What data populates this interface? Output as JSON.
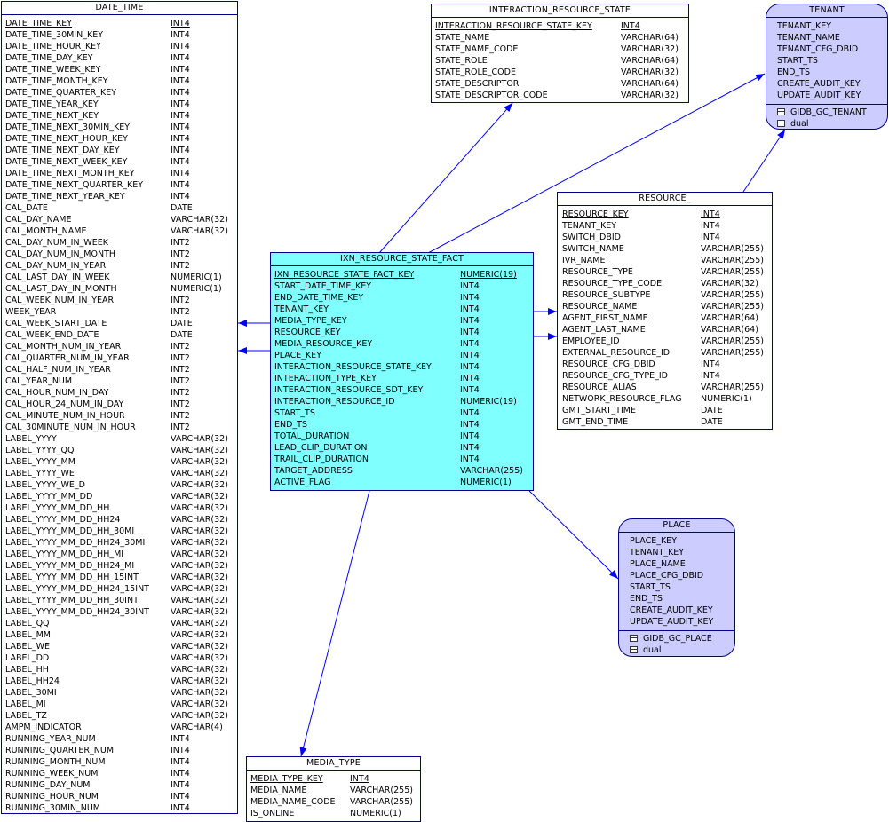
{
  "entities": {
    "date_time": {
      "name": "DATE_TIME",
      "columns": [
        [
          "DATE_TIME_KEY",
          "INT4",
          true
        ],
        [
          "DATE_TIME_30MIN_KEY",
          "INT4",
          false
        ],
        [
          "DATE_TIME_HOUR_KEY",
          "INT4",
          false
        ],
        [
          "DATE_TIME_DAY_KEY",
          "INT4",
          false
        ],
        [
          "DATE_TIME_WEEK_KEY",
          "INT4",
          false
        ],
        [
          "DATE_TIME_MONTH_KEY",
          "INT4",
          false
        ],
        [
          "DATE_TIME_QUARTER_KEY",
          "INT4",
          false
        ],
        [
          "DATE_TIME_YEAR_KEY",
          "INT4",
          false
        ],
        [
          "DATE_TIME_NEXT_KEY",
          "INT4",
          false
        ],
        [
          "DATE_TIME_NEXT_30MIN_KEY",
          "INT4",
          false
        ],
        [
          "DATE_TIME_NEXT_HOUR_KEY",
          "INT4",
          false
        ],
        [
          "DATE_TIME_NEXT_DAY_KEY",
          "INT4",
          false
        ],
        [
          "DATE_TIME_NEXT_WEEK_KEY",
          "INT4",
          false
        ],
        [
          "DATE_TIME_NEXT_MONTH_KEY",
          "INT4",
          false
        ],
        [
          "DATE_TIME_NEXT_QUARTER_KEY",
          "INT4",
          false
        ],
        [
          "DATE_TIME_NEXT_YEAR_KEY",
          "INT4",
          false
        ],
        [
          "CAL_DATE",
          "DATE",
          false
        ],
        [
          "CAL_DAY_NAME",
          "VARCHAR(32)",
          false
        ],
        [
          "CAL_MONTH_NAME",
          "VARCHAR(32)",
          false
        ],
        [
          "CAL_DAY_NUM_IN_WEEK",
          "INT2",
          false
        ],
        [
          "CAL_DAY_NUM_IN_MONTH",
          "INT2",
          false
        ],
        [
          "CAL_DAY_NUM_IN_YEAR",
          "INT2",
          false
        ],
        [
          "CAL_LAST_DAY_IN_WEEK",
          "NUMERIC(1)",
          false
        ],
        [
          "CAL_LAST_DAY_IN_MONTH",
          "NUMERIC(1)",
          false
        ],
        [
          "CAL_WEEK_NUM_IN_YEAR",
          "INT2",
          false
        ],
        [
          "WEEK_YEAR",
          "INT2",
          false
        ],
        [
          "CAL_WEEK_START_DATE",
          "DATE",
          false
        ],
        [
          "CAL_WEEK_END_DATE",
          "DATE",
          false
        ],
        [
          "CAL_MONTH_NUM_IN_YEAR",
          "INT2",
          false
        ],
        [
          "CAL_QUARTER_NUM_IN_YEAR",
          "INT2",
          false
        ],
        [
          "CAL_HALF_NUM_IN_YEAR",
          "INT2",
          false
        ],
        [
          "CAL_YEAR_NUM",
          "INT2",
          false
        ],
        [
          "CAL_HOUR_NUM_IN_DAY",
          "INT2",
          false
        ],
        [
          "CAL_HOUR_24_NUM_IN_DAY",
          "INT2",
          false
        ],
        [
          "CAL_MINUTE_NUM_IN_HOUR",
          "INT2",
          false
        ],
        [
          "CAL_30MINUTE_NUM_IN_HOUR",
          "INT2",
          false
        ],
        [
          "LABEL_YYYY",
          "VARCHAR(32)",
          false
        ],
        [
          "LABEL_YYYY_QQ",
          "VARCHAR(32)",
          false
        ],
        [
          "LABEL_YYYY_MM",
          "VARCHAR(32)",
          false
        ],
        [
          "LABEL_YYYY_WE",
          "VARCHAR(32)",
          false
        ],
        [
          "LABEL_YYYY_WE_D",
          "VARCHAR(32)",
          false
        ],
        [
          "LABEL_YYYY_MM_DD",
          "VARCHAR(32)",
          false
        ],
        [
          "LABEL_YYYY_MM_DD_HH",
          "VARCHAR(32)",
          false
        ],
        [
          "LABEL_YYYY_MM_DD_HH24",
          "VARCHAR(32)",
          false
        ],
        [
          "LABEL_YYYY_MM_DD_HH_30MI",
          "VARCHAR(32)",
          false
        ],
        [
          "LABEL_YYYY_MM_DD_HH24_30MI",
          "VARCHAR(32)",
          false
        ],
        [
          "LABEL_YYYY_MM_DD_HH_MI",
          "VARCHAR(32)",
          false
        ],
        [
          "LABEL_YYYY_MM_DD_HH24_MI",
          "VARCHAR(32)",
          false
        ],
        [
          "LABEL_YYYY_MM_DD_HH_15INT",
          "VARCHAR(32)",
          false
        ],
        [
          "LABEL_YYYY_MM_DD_HH24_15INT",
          "VARCHAR(32)",
          false
        ],
        [
          "LABEL_YYYY_MM_DD_HH_30INT",
          "VARCHAR(32)",
          false
        ],
        [
          "LABEL_YYYY_MM_DD_HH24_30INT",
          "VARCHAR(32)",
          false
        ],
        [
          "LABEL_QQ",
          "VARCHAR(32)",
          false
        ],
        [
          "LABEL_MM",
          "VARCHAR(32)",
          false
        ],
        [
          "LABEL_WE",
          "VARCHAR(32)",
          false
        ],
        [
          "LABEL_DD",
          "VARCHAR(32)",
          false
        ],
        [
          "LABEL_HH",
          "VARCHAR(32)",
          false
        ],
        [
          "LABEL_HH24",
          "VARCHAR(32)",
          false
        ],
        [
          "LABEL_30MI",
          "VARCHAR(32)",
          false
        ],
        [
          "LABEL_MI",
          "VARCHAR(32)",
          false
        ],
        [
          "LABEL_TZ",
          "VARCHAR(32)",
          false
        ],
        [
          "AMPM_INDICATOR",
          "VARCHAR(4)",
          false
        ],
        [
          "RUNNING_YEAR_NUM",
          "INT4",
          false
        ],
        [
          "RUNNING_QUARTER_NUM",
          "INT4",
          false
        ],
        [
          "RUNNING_MONTH_NUM",
          "INT4",
          false
        ],
        [
          "RUNNING_WEEK_NUM",
          "INT4",
          false
        ],
        [
          "RUNNING_DAY_NUM",
          "INT4",
          false
        ],
        [
          "RUNNING_HOUR_NUM",
          "INT4",
          false
        ],
        [
          "RUNNING_30MIN_NUM",
          "INT4",
          false
        ]
      ]
    },
    "interaction_resource_state": {
      "name": "INTERACTION_RESOURCE_STATE",
      "columns": [
        [
          "INTERACTION_RESOURCE_STATE_KEY",
          "INT4",
          true
        ],
        [
          "STATE_NAME",
          "VARCHAR(64)",
          false
        ],
        [
          "STATE_NAME_CODE",
          "VARCHAR(32)",
          false
        ],
        [
          "STATE_ROLE",
          "VARCHAR(64)",
          false
        ],
        [
          "STATE_ROLE_CODE",
          "VARCHAR(32)",
          false
        ],
        [
          "STATE_DESCRIPTOR",
          "VARCHAR(64)",
          false
        ],
        [
          "STATE_DESCRIPTOR_CODE",
          "VARCHAR(32)",
          false
        ]
      ]
    },
    "tenant": {
      "name": "TENANT",
      "columns": [
        "TENANT_KEY",
        "TENANT_NAME",
        "TENANT_CFG_DBID",
        "START_TS",
        "END_TS",
        "CREATE_AUDIT_KEY",
        "UPDATE_AUDIT_KEY"
      ],
      "sources": [
        "GIDB_GC_TENANT",
        "dual"
      ]
    },
    "resource": {
      "name": "RESOURCE_",
      "columns": [
        [
          "RESOURCE_KEY",
          "INT4",
          true
        ],
        [
          "TENANT_KEY",
          "INT4",
          false
        ],
        [
          "SWITCH_DBID",
          "INT4",
          false
        ],
        [
          "SWITCH_NAME",
          "VARCHAR(255)",
          false
        ],
        [
          "IVR_NAME",
          "VARCHAR(255)",
          false
        ],
        [
          "RESOURCE_TYPE",
          "VARCHAR(255)",
          false
        ],
        [
          "RESOURCE_TYPE_CODE",
          "VARCHAR(32)",
          false
        ],
        [
          "RESOURCE_SUBTYPE",
          "VARCHAR(255)",
          false
        ],
        [
          "RESOURCE_NAME",
          "VARCHAR(255)",
          false
        ],
        [
          "AGENT_FIRST_NAME",
          "VARCHAR(64)",
          false
        ],
        [
          "AGENT_LAST_NAME",
          "VARCHAR(64)",
          false
        ],
        [
          "EMPLOYEE_ID",
          "VARCHAR(255)",
          false
        ],
        [
          "EXTERNAL_RESOURCE_ID",
          "VARCHAR(255)",
          false
        ],
        [
          "RESOURCE_CFG_DBID",
          "INT4",
          false
        ],
        [
          "RESOURCE_CFG_TYPE_ID",
          "INT4",
          false
        ],
        [
          "RESOURCE_ALIAS",
          "VARCHAR(255)",
          false
        ],
        [
          "NETWORK_RESOURCE_FLAG",
          "NUMERIC(1)",
          false
        ],
        [
          "GMT_START_TIME",
          "DATE",
          false
        ],
        [
          "GMT_END_TIME",
          "DATE",
          false
        ]
      ]
    },
    "ixn_resource_state_fact": {
      "name": "IXN_RESOURCE_STATE_FACT",
      "columns": [
        [
          "IXN_RESOURCE_STATE_FACT_KEY",
          "NUMERIC(19)",
          true
        ],
        [
          "START_DATE_TIME_KEY",
          "INT4",
          false
        ],
        [
          "END_DATE_TIME_KEY",
          "INT4",
          false
        ],
        [
          "TENANT_KEY",
          "INT4",
          false
        ],
        [
          "MEDIA_TYPE_KEY",
          "INT4",
          false
        ],
        [
          "RESOURCE_KEY",
          "INT4",
          false
        ],
        [
          "MEDIA_RESOURCE_KEY",
          "INT4",
          false
        ],
        [
          "PLACE_KEY",
          "INT4",
          false
        ],
        [
          "INTERACTION_RESOURCE_STATE_KEY",
          "INT4",
          false
        ],
        [
          "INTERACTION_TYPE_KEY",
          "INT4",
          false
        ],
        [
          "INTERACTION_RESOURCE_SDT_KEY",
          "INT4",
          false
        ],
        [
          "INTERACTION_RESOURCE_ID",
          "NUMERIC(19)",
          false
        ],
        [
          "START_TS",
          "INT4",
          false
        ],
        [
          "END_TS",
          "INT4",
          false
        ],
        [
          "TOTAL_DURATION",
          "INT4",
          false
        ],
        [
          "LEAD_CLIP_DURATION",
          "INT4",
          false
        ],
        [
          "TRAIL_CLIP_DURATION",
          "INT4",
          false
        ],
        [
          "TARGET_ADDRESS",
          "VARCHAR(255)",
          false
        ],
        [
          "ACTIVE_FLAG",
          "NUMERIC(1)",
          false
        ]
      ]
    },
    "place": {
      "name": "PLACE",
      "columns": [
        "PLACE_KEY",
        "TENANT_KEY",
        "PLACE_NAME",
        "PLACE_CFG_DBID",
        "START_TS",
        "END_TS",
        "CREATE_AUDIT_KEY",
        "UPDATE_AUDIT_KEY"
      ],
      "sources": [
        "GIDB_GC_PLACE",
        "dual"
      ]
    },
    "media_type": {
      "name": "MEDIA_TYPE",
      "columns": [
        [
          "MEDIA_TYPE_KEY",
          "INT4",
          true
        ],
        [
          "MEDIA_NAME",
          "VARCHAR(255)",
          false
        ],
        [
          "MEDIA_NAME_CODE",
          "VARCHAR(255)",
          false
        ],
        [
          "IS_ONLINE",
          "NUMERIC(1)",
          false
        ]
      ]
    }
  },
  "colors": {
    "border": "#00008b",
    "fact_fill": "#80ffff",
    "view_fill": "#ccccff",
    "link": "#0000ff"
  }
}
